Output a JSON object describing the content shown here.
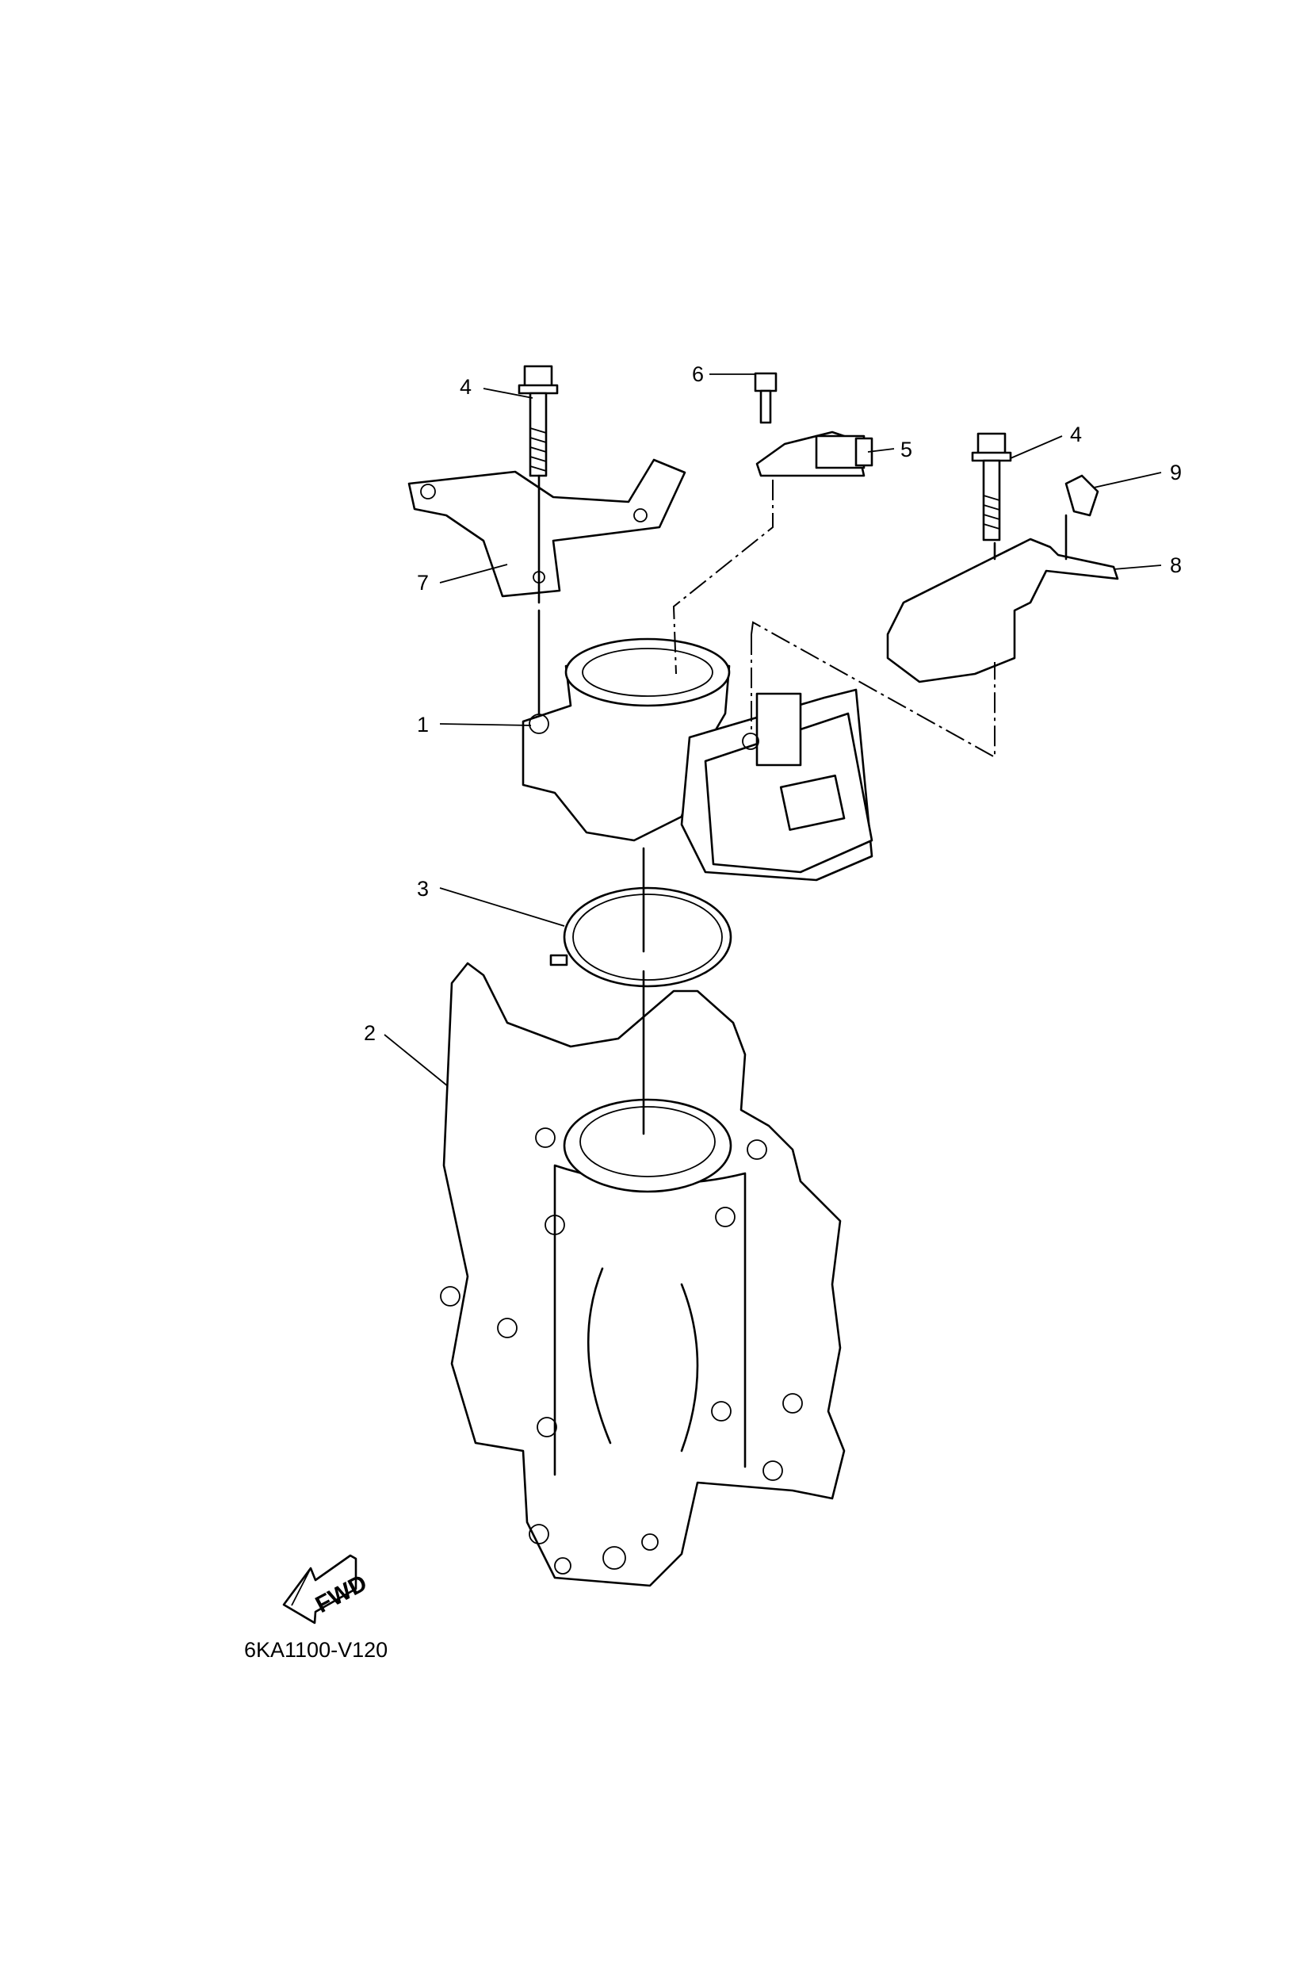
{
  "diagram": {
    "part_labels": [
      "1",
      "2",
      "3",
      "4",
      "4",
      "5",
      "6",
      "7",
      "8",
      "9"
    ],
    "fwd_label": "FWD",
    "diagram_code": "6KA1100-V120"
  },
  "colors": {
    "line": "#000000",
    "background": "#ffffff"
  }
}
